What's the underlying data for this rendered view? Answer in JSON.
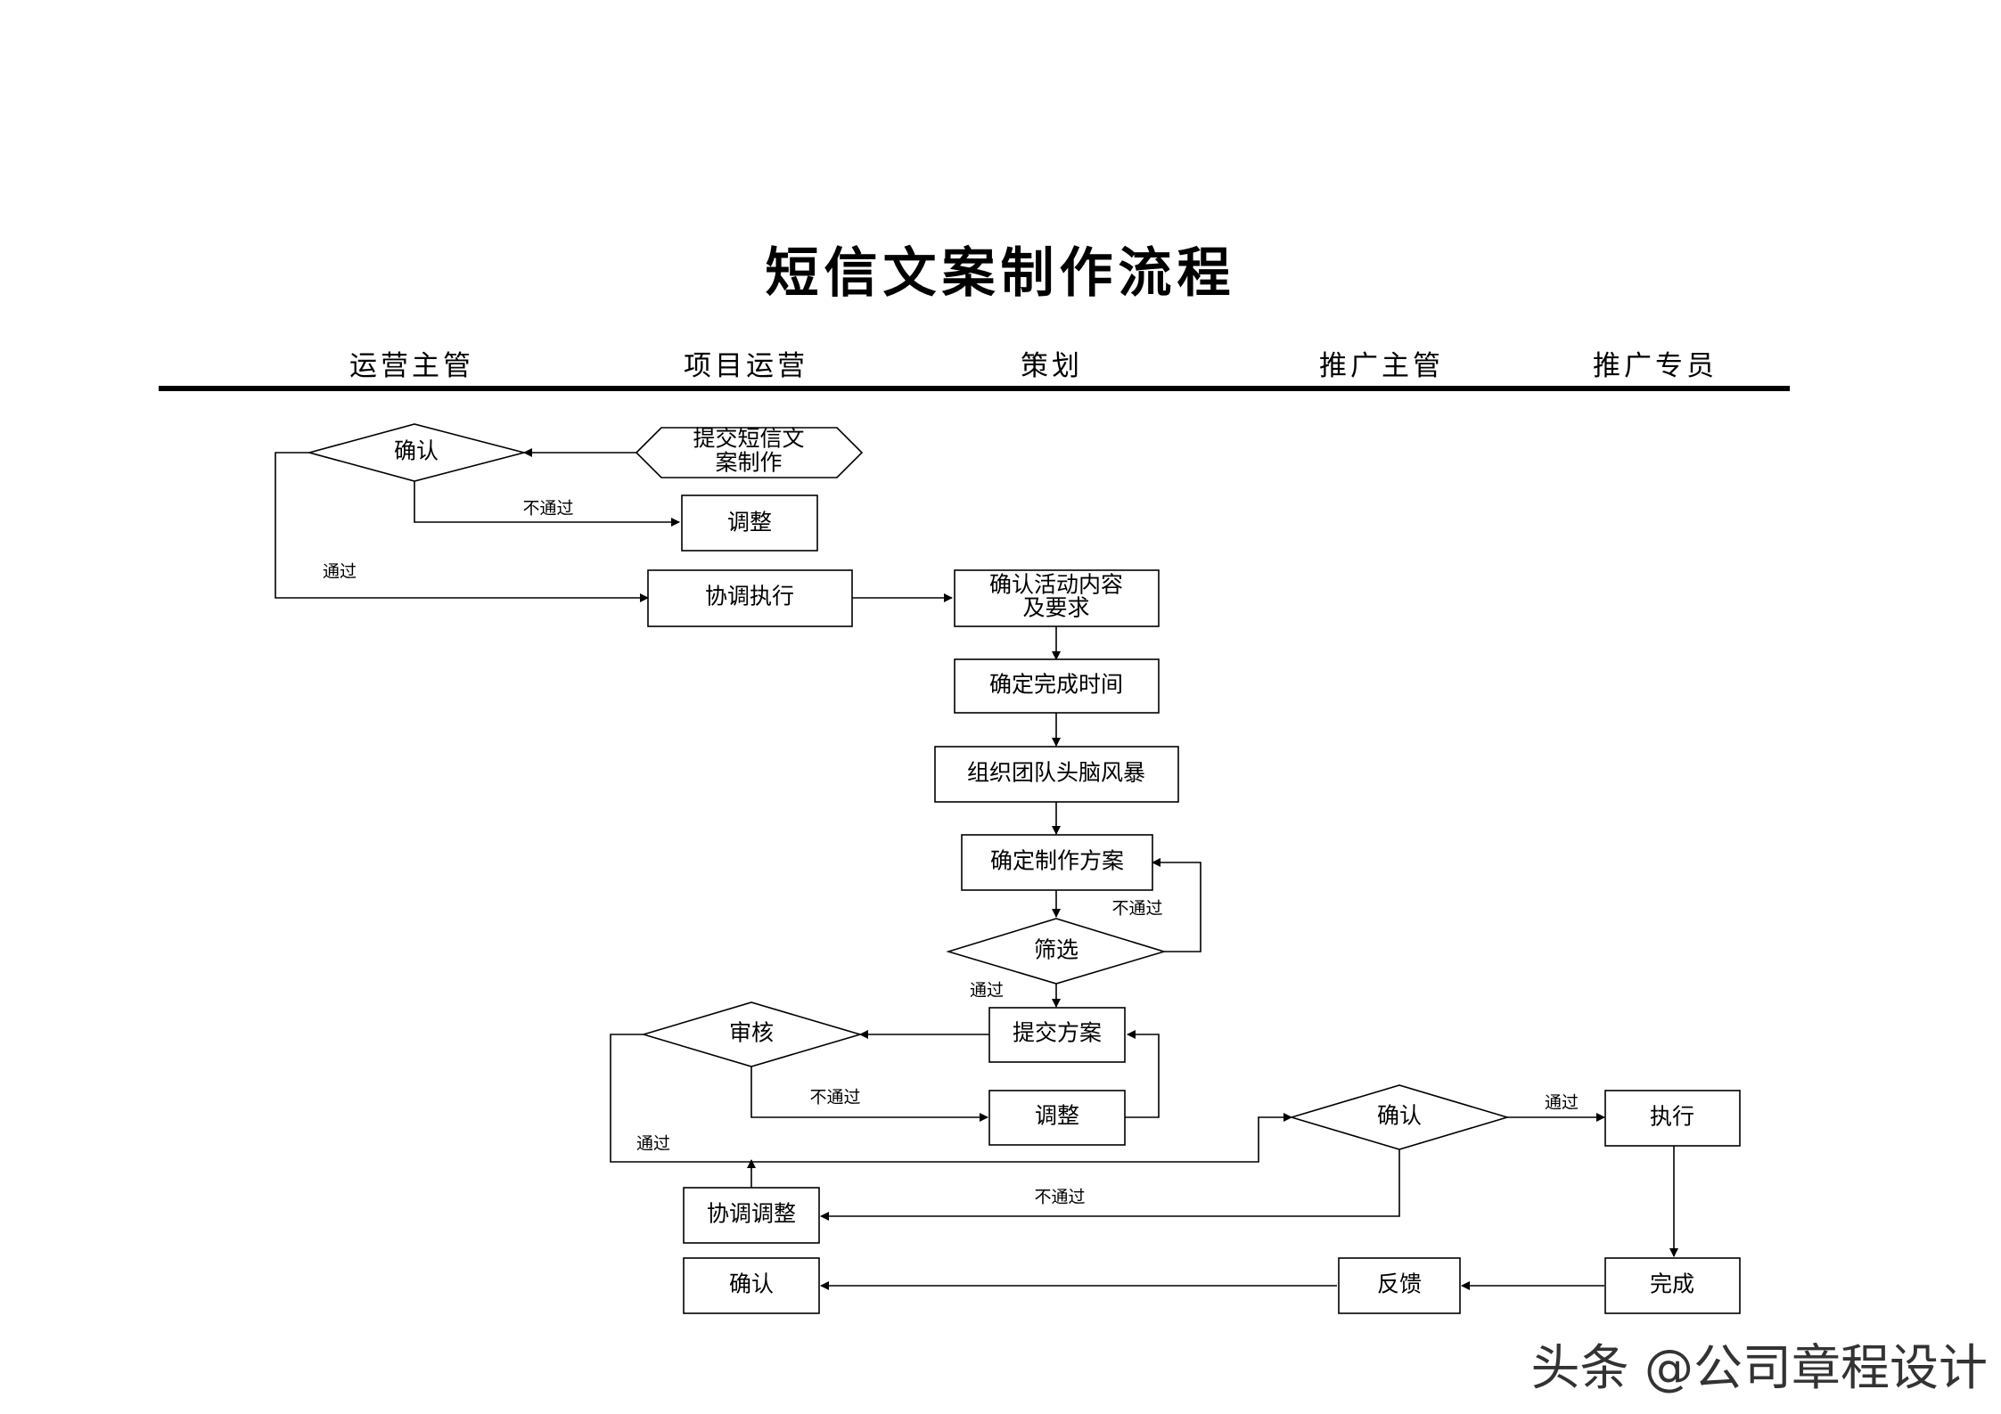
{
  "title": "短信文案制作流程",
  "lanes": [
    "运营主管",
    "项目运营",
    "策划",
    "推广主管",
    "推广专员"
  ],
  "nodes": {
    "confirm1": "确认",
    "submit_sms": [
      "提交短信文",
      "案制作"
    ],
    "adjust1": "调整",
    "coordinate": "协调执行",
    "confirm_activity": [
      "确认活动内容",
      "及要求"
    ],
    "set_time": "确定完成时间",
    "brainstorm": "组织团队头脑风暴",
    "set_plan": "确定制作方案",
    "filter": "筛选",
    "review": "审核",
    "submit_plan": "提交方案",
    "adjust2": "调整",
    "confirm2": "确认",
    "execute": "执行",
    "coordinate_adjust": "协调调整",
    "confirm3": "确认",
    "feedback": "反馈",
    "complete": "完成"
  },
  "labels": {
    "fail": "不通过",
    "pass": "通过"
  },
  "watermark": "头条 @公司章程设计"
}
